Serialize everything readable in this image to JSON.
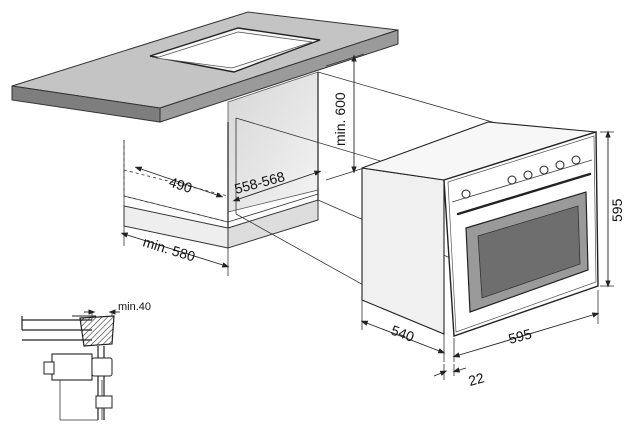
{
  "dimensions": {
    "cabinet_depth_inner": "490",
    "cabinet_width_range": "558-568",
    "cabinet_height_min": "min. 600",
    "cabinet_depth_min": "min. 580",
    "oven_depth": "540",
    "oven_width": "595",
    "oven_height": "595",
    "panel_offset": "22",
    "detail_gap_min": "min.40"
  },
  "colors": {
    "countertop_top": "#bdbdbd",
    "countertop_side": "#8a8a8a",
    "oven_body": "#f2f2f2",
    "oven_window": "#6e6e6e",
    "oven_window_frame": "#9a9a9a",
    "line": "#222222"
  },
  "icons": {
    "knob": "circle-knob-icon"
  }
}
